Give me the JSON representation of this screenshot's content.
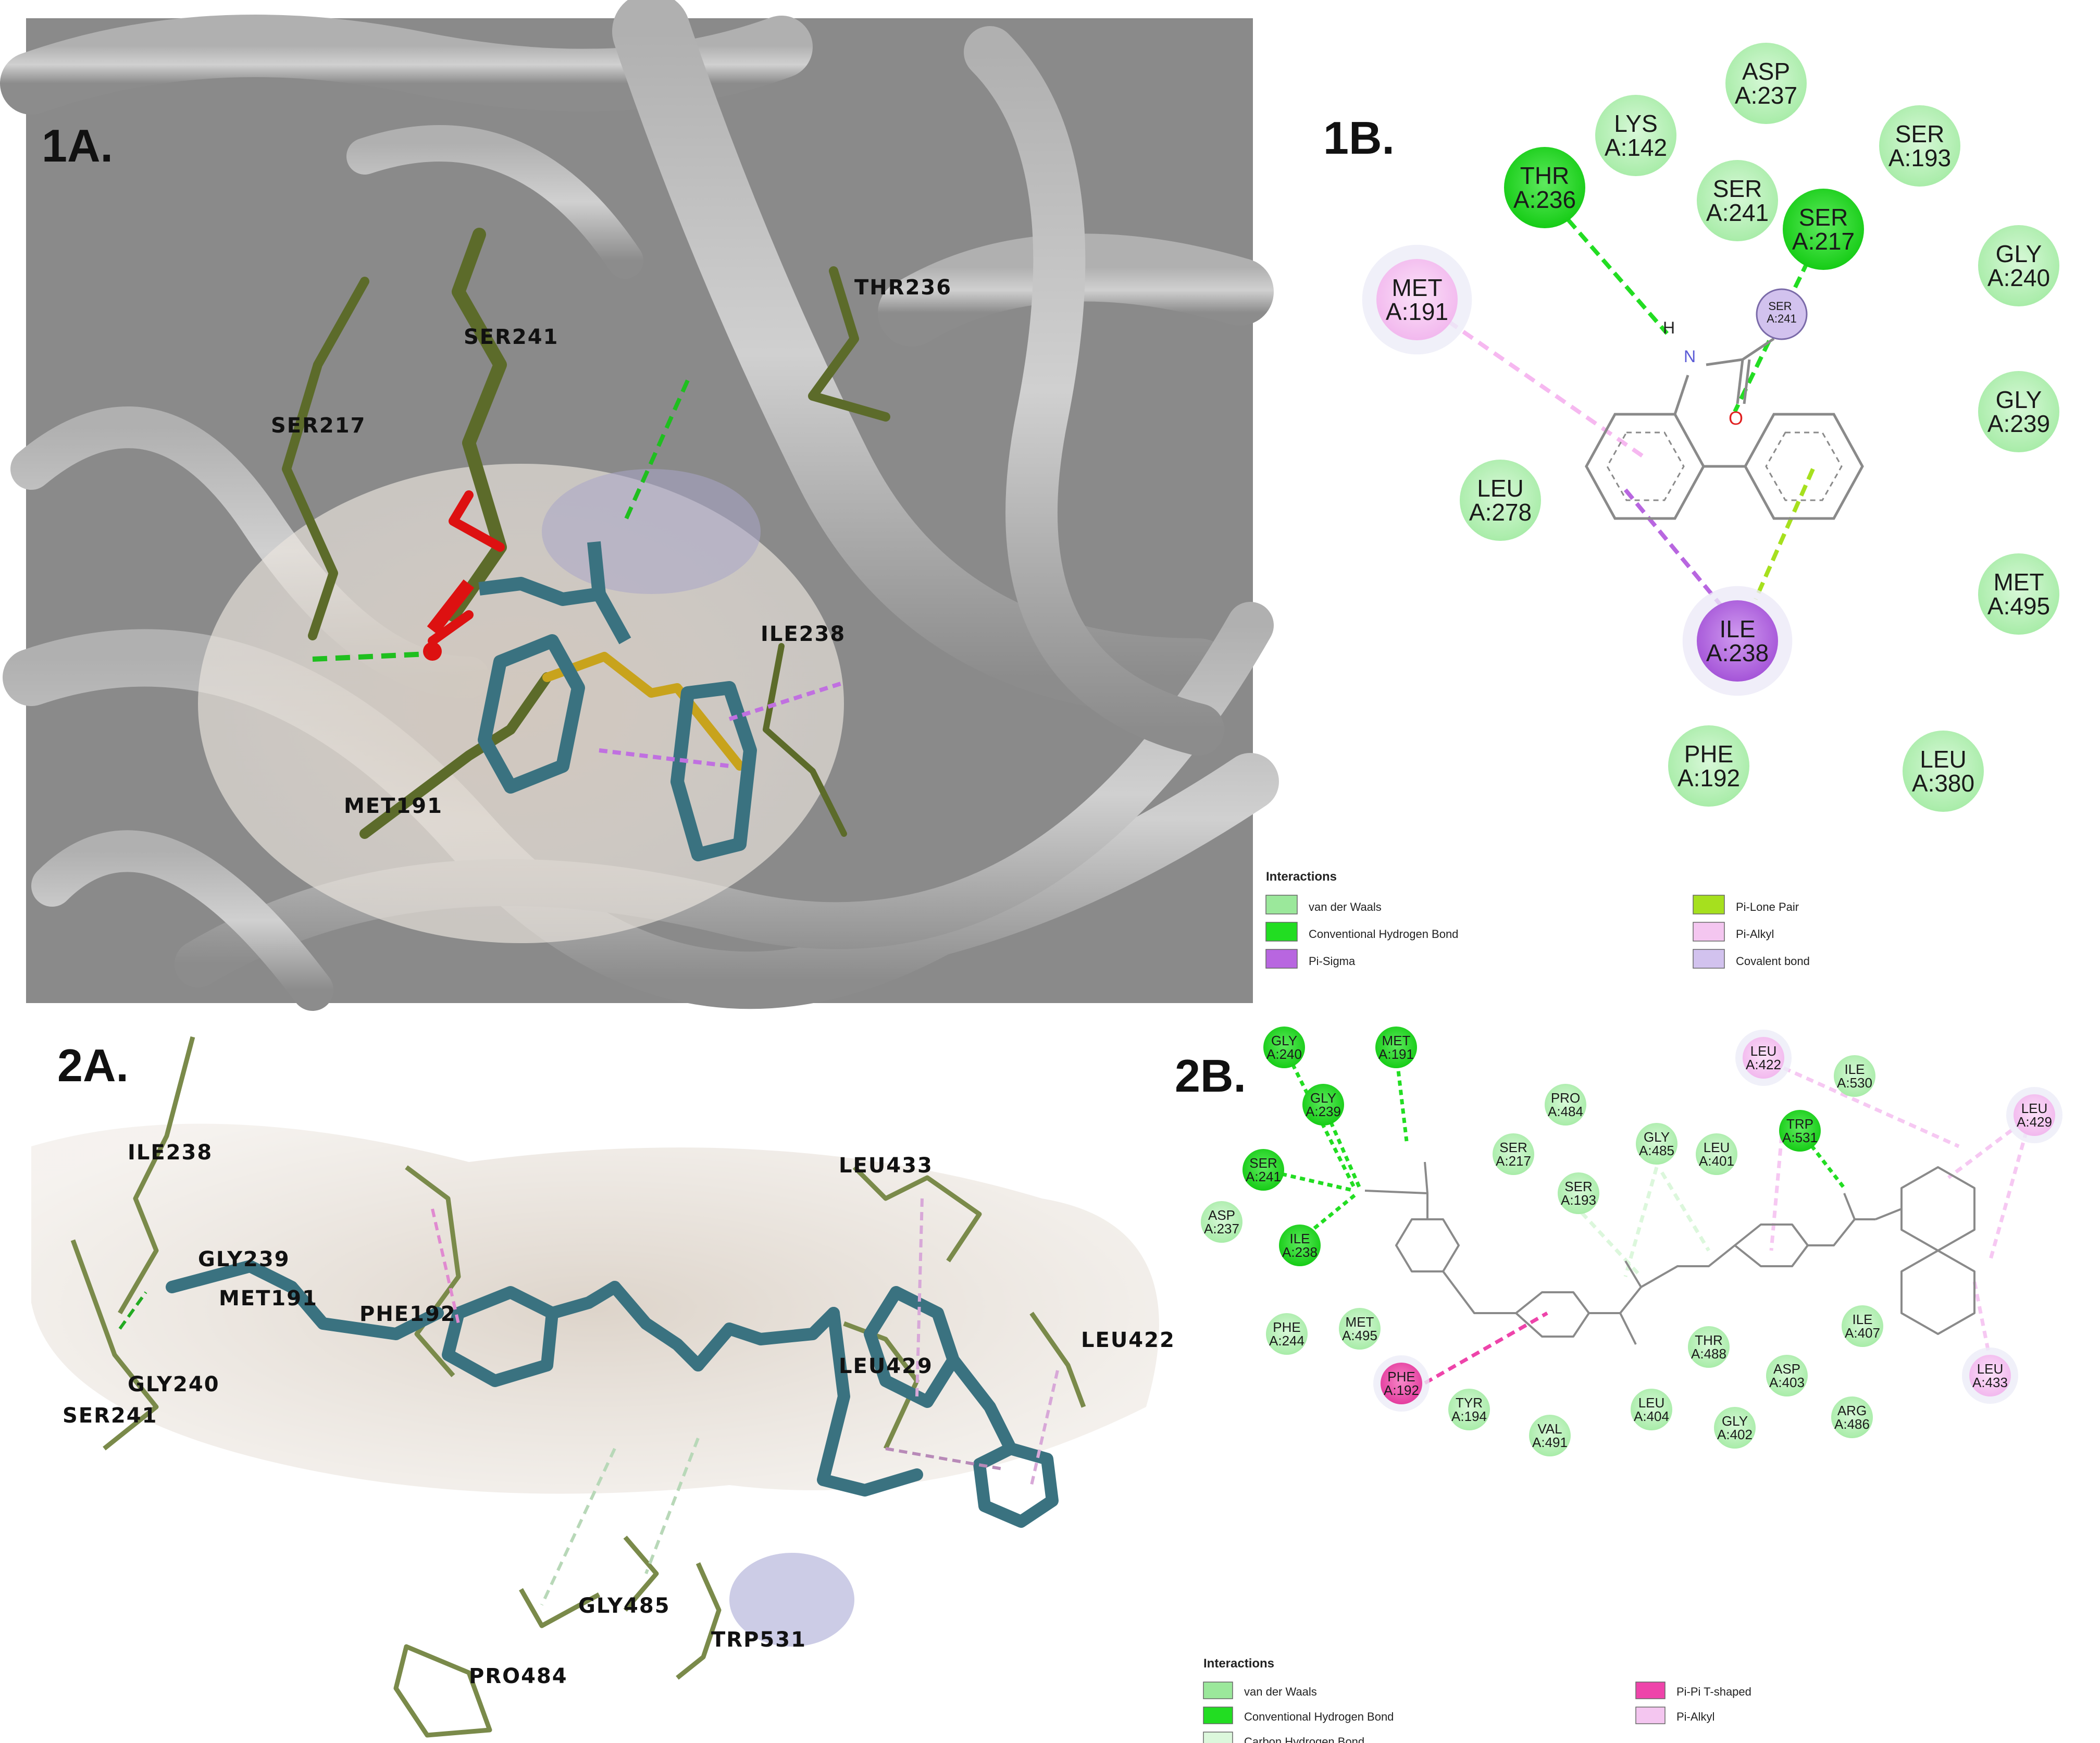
{
  "panels": {
    "p1a": "1A.",
    "p1b": "1B.",
    "p2a": "2A.",
    "p2b": "2B."
  },
  "labels_3d_1a": [
    "THR236",
    "SER241",
    "SER217",
    "ILE238",
    "MET191"
  ],
  "labels_3d_2a": [
    "ILE238",
    "GLY239",
    "MET191",
    "PHE192",
    "GLY240",
    "SER241",
    "LEU433",
    "LEU429",
    "LEU422",
    "GLY485",
    "PRO484",
    "TRP531"
  ],
  "residues_1b": [
    {
      "name": "ASP",
      "id": "A:237",
      "type": "vdw"
    },
    {
      "name": "LYS",
      "id": "A:142",
      "type": "vdw"
    },
    {
      "name": "THR",
      "id": "A:236",
      "type": "hbond"
    },
    {
      "name": "SER",
      "id": "A:241",
      "type": "vdw"
    },
    {
      "name": "SER",
      "id": "A:217",
      "type": "hbond"
    },
    {
      "name": "SER",
      "id": "A:193",
      "type": "vdw"
    },
    {
      "name": "GLY",
      "id": "A:240",
      "type": "vdw"
    },
    {
      "name": "MET",
      "id": "A:191",
      "type": "pialkyl"
    },
    {
      "name": "GLY",
      "id": "A:239",
      "type": "vdw"
    },
    {
      "name": "LEU",
      "id": "A:278",
      "type": "vdw"
    },
    {
      "name": "MET",
      "id": "A:495",
      "type": "vdw"
    },
    {
      "name": "ILE",
      "id": "A:238",
      "type": "pisigma"
    },
    {
      "name": "PHE",
      "id": "A:192",
      "type": "vdw"
    },
    {
      "name": "LEU",
      "id": "A:380",
      "type": "vdw"
    }
  ],
  "ligand_1b": {
    "covalent_res": "SER\nA:241",
    "atom_n": "N",
    "atom_h": "H",
    "atom_o": "O"
  },
  "legend_1b": {
    "title": "Interactions",
    "items": [
      {
        "label": "van der Waals",
        "color": "#9be89b"
      },
      {
        "label": "Conventional Hydrogen Bond",
        "color": "#22dd22"
      },
      {
        "label": "Pi-Sigma",
        "color": "#b866e0"
      },
      {
        "label": "Pi-Lone Pair",
        "color": "#a6e01e"
      },
      {
        "label": "Pi-Alkyl",
        "color": "#f4c6f0"
      },
      {
        "label": "Covalent bond",
        "color": "#d2c2ee"
      }
    ]
  },
  "residues_2b": [
    {
      "name": "GLY",
      "id": "A:240",
      "type": "hbond"
    },
    {
      "name": "MET",
      "id": "A:191",
      "type": "hbond"
    },
    {
      "name": "GLY",
      "id": "A:239",
      "type": "hbond"
    },
    {
      "name": "SER",
      "id": "A:241",
      "type": "hbond"
    },
    {
      "name": "ASP",
      "id": "A:237",
      "type": "vdw"
    },
    {
      "name": "ILE",
      "id": "A:238",
      "type": "hbond"
    },
    {
      "name": "PRO",
      "id": "A:484",
      "type": "vdw"
    },
    {
      "name": "SER",
      "id": "A:217",
      "type": "vdw"
    },
    {
      "name": "SER",
      "id": "A:193",
      "type": "vdw"
    },
    {
      "name": "GLY",
      "id": "A:485",
      "type": "vdw"
    },
    {
      "name": "LEU",
      "id": "A:401",
      "type": "vdw"
    },
    {
      "name": "LEU",
      "id": "A:422",
      "type": "pialkyl"
    },
    {
      "name": "ILE",
      "id": "A:530",
      "type": "vdw"
    },
    {
      "name": "TRP",
      "id": "A:531",
      "type": "hbond"
    },
    {
      "name": "LEU",
      "id": "A:429",
      "type": "pialkyl"
    },
    {
      "name": "PHE",
      "id": "A:244",
      "type": "vdw"
    },
    {
      "name": "MET",
      "id": "A:495",
      "type": "vdw"
    },
    {
      "name": "PHE",
      "id": "A:192",
      "type": "pipi"
    },
    {
      "name": "TYR",
      "id": "A:194",
      "type": "vdw"
    },
    {
      "name": "VAL",
      "id": "A:491",
      "type": "vdw"
    },
    {
      "name": "THR",
      "id": "A:488",
      "type": "vdw"
    },
    {
      "name": "LEU",
      "id": "A:404",
      "type": "vdw"
    },
    {
      "name": "GLY",
      "id": "A:402",
      "type": "vdw"
    },
    {
      "name": "ASP",
      "id": "A:403",
      "type": "vdw"
    },
    {
      "name": "ARG",
      "id": "A:486",
      "type": "vdw"
    },
    {
      "name": "ILE",
      "id": "A:407",
      "type": "vdw"
    },
    {
      "name": "LEU",
      "id": "A:433",
      "type": "pialkyl"
    }
  ],
  "legend_2b": {
    "title": "Interactions",
    "items": [
      {
        "label": "van der Waals",
        "color": "#9be89b"
      },
      {
        "label": "Conventional Hydrogen Bond",
        "color": "#22dd22"
      },
      {
        "label": "Carbon Hydrogen Bond",
        "color": "#dcf7dc"
      },
      {
        "label": "Pi-Pi T-shaped",
        "color": "#ee44aa"
      },
      {
        "label": "Pi-Alkyl",
        "color": "#f4c6f0"
      }
    ]
  },
  "colors": {
    "vdw": "#b9f2b9",
    "hbond": "#22dd22",
    "pisigma": "#b866e0",
    "pialkyl": "#f6c8f2",
    "pipi": "#ee44aa",
    "covalent": "#d2c2ee"
  }
}
